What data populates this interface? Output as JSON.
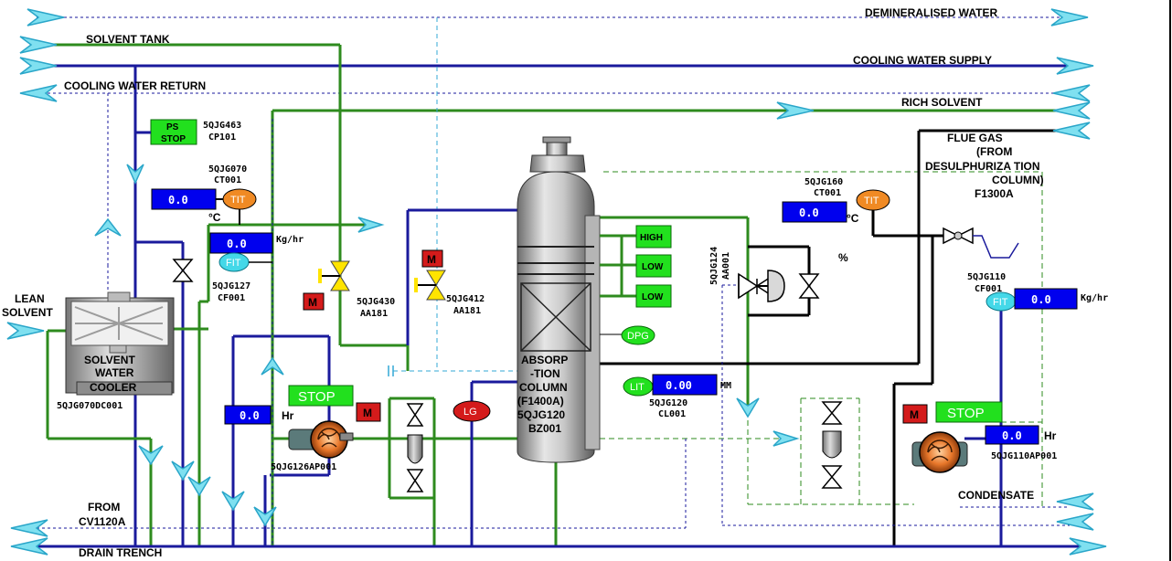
{
  "lines": {
    "demineralised_water": "DEMINERALISED WATER",
    "solvent_tank": "SOLVENT TANK",
    "cooling_water_supply": "COOLING WATER SUPPLY",
    "cooling_water_return": "COOLING WATER RETURN",
    "rich_solvent": "RICH SOLVENT",
    "flue_gas": [
      "FLUE GAS",
      "(FROM",
      "DESULPHURIZA TION",
      "COLUMN)",
      "F1300A"
    ],
    "lean_solvent": [
      "LEAN",
      "SOLVENT"
    ],
    "from_cv": [
      "FROM",
      "CV1120A"
    ],
    "drain_trench": "DRAIN TRENCH",
    "condensate": "CONDENSATE"
  },
  "cooler": {
    "label": [
      "SOLVENT",
      "WATER",
      "COOLER"
    ],
    "tag": "5QJG070DC001"
  },
  "ps_stop": {
    "label": [
      "PS",
      "STOP"
    ],
    "tag": [
      "5QJG463",
      "CP101"
    ]
  },
  "tit_left": {
    "symbol": "TIT",
    "tag": [
      "5QJG070",
      "CT001"
    ],
    "value": "0.0",
    "unit": "°C"
  },
  "fit_left": {
    "symbol": "FIT",
    "tag": [
      "5QJG127",
      "CF001"
    ],
    "value": "0.0",
    "unit": "Kg/hr"
  },
  "valve_430": {
    "motor": "M",
    "tag": [
      "5QJG430",
      "AA181"
    ]
  },
  "valve_412": {
    "motor": "M",
    "tag": [
      "5QJG412",
      "AA181"
    ]
  },
  "column": {
    "label": [
      "ABSORP",
      "-TION",
      "COLUMN",
      "(F1400A)",
      "5QJG120",
      "BZ001"
    ]
  },
  "level_switches": [
    "HIGH",
    "LOW",
    "LOW"
  ],
  "dpg": "DPG",
  "lg": "LG",
  "lit": {
    "symbol": "LIT",
    "value": "0.00",
    "unit": "MM",
    "tag": [
      "5QJG120",
      "CL001"
    ]
  },
  "tit_right": {
    "symbol": "TIT",
    "tag": [
      "5QJG160",
      "CT001"
    ],
    "value": "0.0",
    "unit": "°C"
  },
  "valve_124": {
    "tag": [
      "5QJG124",
      "AA001"
    ],
    "unit": "%"
  },
  "fit_right": {
    "symbol": "FIT",
    "tag": [
      "5QJG110",
      "CF001"
    ],
    "value": "0.0",
    "unit": "Kg/hr"
  },
  "pump_left": {
    "stop_label": "STOP",
    "motor": "M",
    "value": "0.0",
    "unit": "Hr",
    "tag": "5QJG126AP001"
  },
  "pump_right": {
    "stop_label": "STOP",
    "motor": "M",
    "value": "0.0",
    "unit": "Hr",
    "tag": "5QJG110AP001"
  },
  "colors": {
    "green_pipe": "#2e8b1e",
    "blue_pipe": "#1a1a9c",
    "value_box": "#0000ee",
    "button_green": "#22e01e",
    "motor_red": "#d41b1b",
    "instrument_orange": "#f08a24",
    "instrument_cyan": "#44d8e8",
    "valve_yellow": "#ffe400"
  }
}
